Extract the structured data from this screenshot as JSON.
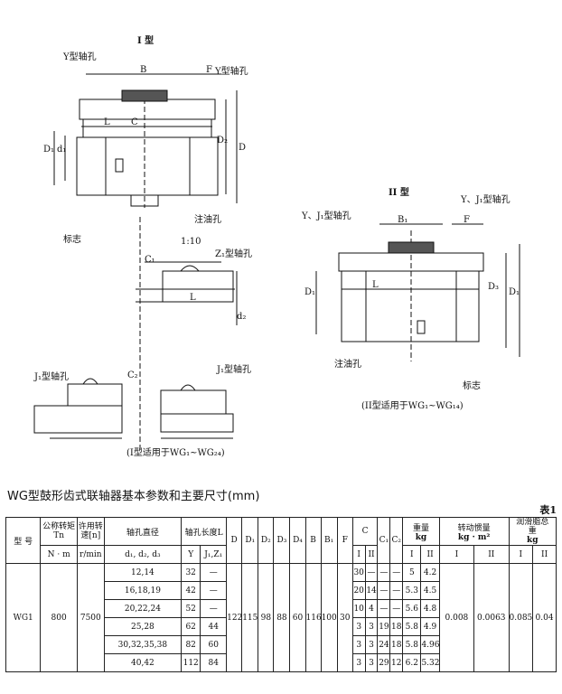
{
  "figures": {
    "type1_title": "I 型",
    "type2_title": "II 型",
    "labels": {
      "y_hole_top": "Y型轴孔",
      "y_hole_right": "Y型轴孔",
      "b": "B",
      "f": "F",
      "l": "L",
      "c": "C",
      "d1": "D₁",
      "d_small1": "d₁",
      "d2": "D₂",
      "d": "D",
      "oil_hole": "注油孔",
      "mark": "标志",
      "taper": "1:10",
      "z1_hole": "Z₁型轴孔",
      "c1": "C₁",
      "l1": "L",
      "dz": "d₂",
      "j1_hole_left": "J₁型轴孔",
      "c2": "C₂",
      "j1_hole_right": "J₁型轴孔",
      "type1_caption": "(I型适用于WG₁~WG₂₄)",
      "yj_hole": "Y、J₁型轴孔",
      "yj_hole_right": "Y、J₁型轴孔",
      "b1": "B₁",
      "f2": "F",
      "l2": "L",
      "d1b": "D₁",
      "db": "D₁",
      "d3": "D₃",
      "oil_hole2": "注油孔",
      "mark2": "标志",
      "type2_caption": "(II型适用于WG₁~WG₁₄)"
    }
  },
  "table_title": "WG型鼓形齿式联轴器基本参数和主要尺寸(mm)",
  "table_tag": "表1",
  "headers": {
    "model": "型 号",
    "torque": "公称转矩Tn",
    "torque_unit": "N · m",
    "speed": "许用转速[n]",
    "speed_unit": "r/min",
    "bore": "轴孔直径",
    "bore_sub": "d₁, d₂, d₃",
    "length": "轴孔长度L",
    "len_y": "Y",
    "len_j": "J₁,Z₁",
    "D": "D",
    "D1": "D₁",
    "D2": "D₂",
    "D3": "D₃",
    "D4": "D₄",
    "B": "B",
    "B1": "B₁",
    "F": "F",
    "C": "C",
    "C_I": "I",
    "C_II": "II",
    "C1": "C₁",
    "C2": "C₂",
    "weight": "重量",
    "weight_unit": "kg",
    "w_I": "I",
    "w_II": "II",
    "inertia": "转动惯量",
    "inertia_unit": "kg · m²",
    "in_I": "I",
    "in_II": "II",
    "grease": "润滑脂总　重",
    "grease_unit": "kg",
    "g_I": "I",
    "g_II": "II"
  },
  "common": {
    "model": "WG1",
    "torque": "800",
    "speed": "7500",
    "D": "122",
    "D1": "115",
    "D2": "98",
    "D3": "88",
    "D4": "60",
    "B": "116",
    "B1": "100",
    "F": "30",
    "inertia_I": "0.008",
    "inertia_II": "0.0063",
    "grease_I": "0.085",
    "grease_II": "0.04"
  },
  "rows": [
    {
      "bore": "12,14",
      "y": "32",
      "j": "—",
      "cI": "30",
      "cII": "—",
      "c1": "—",
      "c2": "—",
      "wI": "5",
      "wII": "4.2"
    },
    {
      "bore": "16,18,19",
      "y": "42",
      "j": "—",
      "cI": "20",
      "cII": "14",
      "c1": "—",
      "c2": "—",
      "wI": "5.3",
      "wII": "4.5"
    },
    {
      "bore": "20,22,24",
      "y": "52",
      "j": "—",
      "cI": "10",
      "cII": "4",
      "c1": "—",
      "c2": "—",
      "wI": "5.6",
      "wII": "4.8"
    },
    {
      "bore": "25,28",
      "y": "62",
      "j": "44",
      "cI": "3",
      "cII": "3",
      "c1": "19",
      "c2": "18",
      "wI": "5.8",
      "wII": "4.9"
    },
    {
      "bore": "30,32,35,38",
      "y": "82",
      "j": "60",
      "cI": "3",
      "cII": "3",
      "c1": "24",
      "c2": "18",
      "wI": "5.8",
      "wII": "4.96"
    },
    {
      "bore": "40,42",
      "y": "112",
      "j": "84",
      "cI": "3",
      "cII": "3",
      "c1": "29",
      "c2": "12",
      "wI": "6.2",
      "wII": "5.32"
    }
  ]
}
